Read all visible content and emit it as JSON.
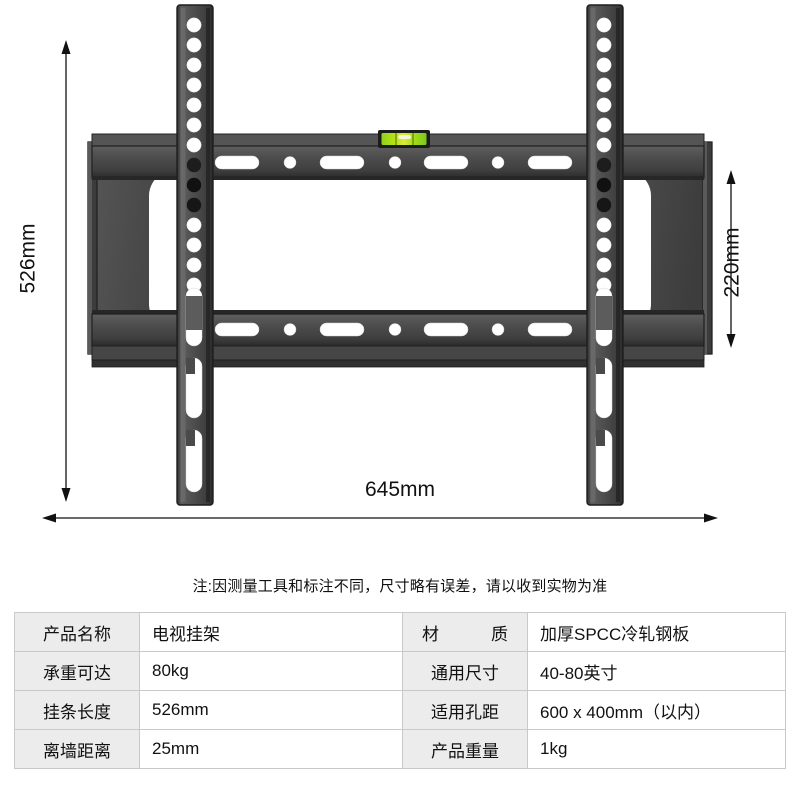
{
  "product": {
    "type": "tv-wall-mount-bracket",
    "view": "front-elevation-technical-drawing"
  },
  "dimensions": {
    "height_label": "526mm",
    "depth_label": "220mm",
    "width_label": "645mm"
  },
  "note": {
    "text": "注:因测量工具和标注不同，尺寸略有误差，请以收到实物为准"
  },
  "spec_table": {
    "rows": [
      {
        "left_label": "产品名称",
        "left_value": "电视挂架",
        "right_label": "材　　质",
        "right_label_plain": "材 质",
        "right_label_justified": true,
        "right_value": "加厚SPCC冷轧钢板"
      },
      {
        "left_label": "承重可达",
        "left_value": "80kg",
        "right_label": "通用尺寸",
        "right_label_plain": "通用尺寸",
        "right_label_justified": false,
        "right_value": "40-80英寸"
      },
      {
        "left_label": "挂条长度",
        "left_value": "526mm",
        "right_label": "适用孔距",
        "right_label_plain": "适用孔距",
        "right_label_justified": false,
        "right_value": "600 x 400mm（以内）"
      },
      {
        "left_label": "离墙距离",
        "left_value": "25mm",
        "right_label": "产品重量",
        "right_label_plain": "产品重量",
        "right_label_justified": false,
        "right_value": "1kg"
      }
    ]
  },
  "colors": {
    "bracket_dark": "#3a3a3a",
    "bracket_mid": "#4e4e4e",
    "bracket_light": "#6a6a6a",
    "bracket_edge": "#2a2a2a",
    "bubble_level_green": "#7ed321",
    "bubble_level_yellow": "#c8e020",
    "table_header_bg": "#ececec",
    "table_border": "#c9c9c9",
    "dimension_line": "#111111",
    "page_bg": "#ffffff"
  },
  "bracket_parts": {
    "left_vertical_rail": "tv-mounting-rail-left",
    "right_vertical_rail": "tv-mounting-rail-right",
    "top_horizontal_bar": "wall-plate-top-rail",
    "bottom_horizontal_bar": "wall-plate-bottom-rail",
    "left_end_panel": "wall-plate-left-panel",
    "right_end_panel": "wall-plate-right-panel",
    "bubble_level": "spirit-level-indicator"
  }
}
